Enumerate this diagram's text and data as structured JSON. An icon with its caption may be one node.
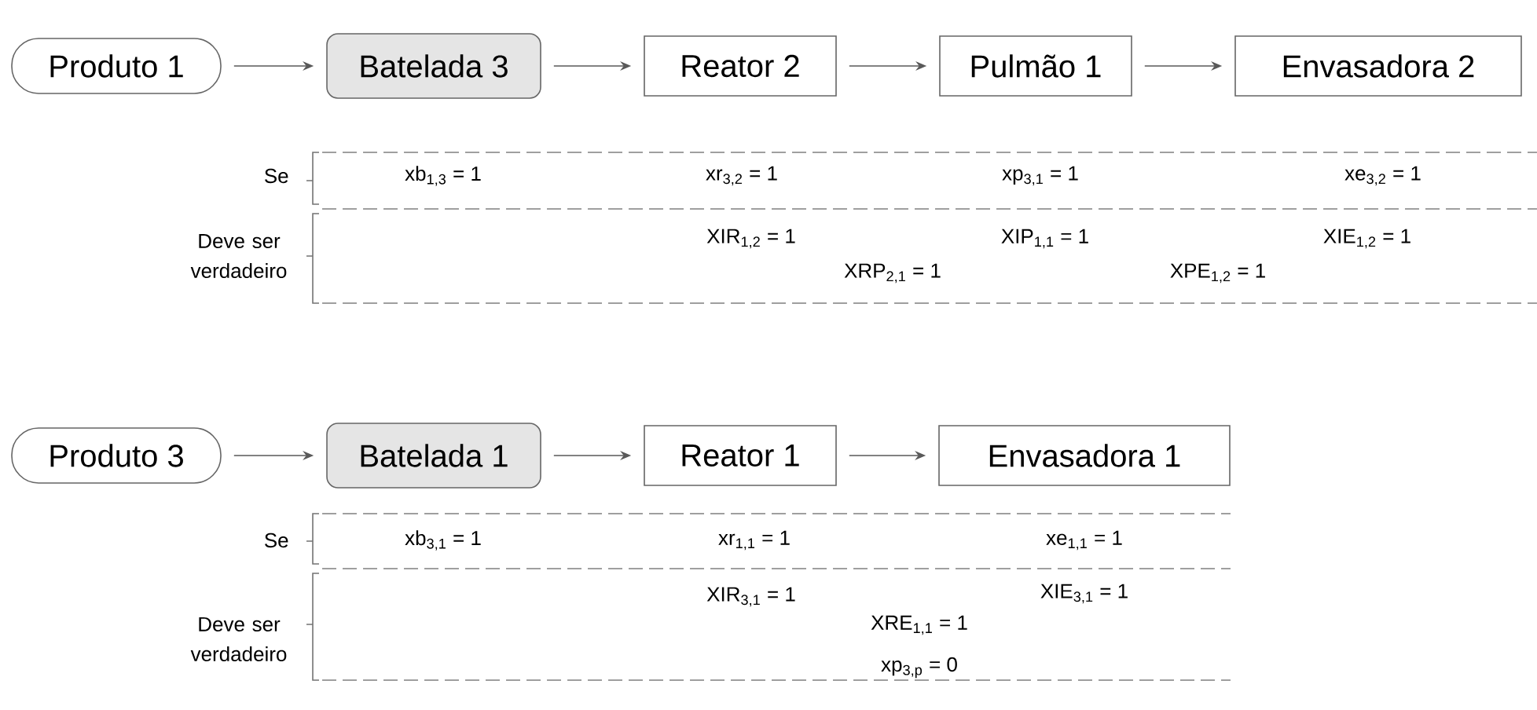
{
  "diagram": {
    "nodes": [
      {
        "text": [
          "Produto 1"
        ]
      },
      {
        "text": [
          "Batelada 3"
        ]
      },
      {
        "text": [
          "Reator 2"
        ]
      },
      {
        "text": [
          "Pulmão 1"
        ]
      },
      {
        "text": [
          "Envasadora 2"
        ]
      },
      {
        "text": [
          "Produto 3"
        ]
      },
      {
        "text": [
          "Batelada 1"
        ]
      },
      {
        "text": [
          "Reator 1"
        ]
      },
      {
        "text": [
          "Envasadora 1"
        ]
      }
    ],
    "edges": [
      {
        "from": 0,
        "to": 1,
        "arrow": "to"
      },
      {
        "from": 1,
        "to": 2,
        "arrow": "to"
      },
      {
        "from": 2,
        "to": 3,
        "arrow": "to"
      },
      {
        "from": 3,
        "to": 4,
        "arrow": "to"
      },
      {
        "from": 5,
        "to": 6,
        "arrow": "to"
      },
      {
        "from": 6,
        "to": 7,
        "arrow": "to"
      },
      {
        "from": 7,
        "to": 8,
        "arrow": "to"
      }
    ],
    "labels": [
      "Se",
      "xb$_{1,3}$ = 1",
      "xr$_{3,2}$ = 1",
      "xp$_{3,1}$ = 1",
      "xe$_{3,2}$ = 1",
      "Deve ser verdadeiro",
      "XIR$_{1,2}$ = 1",
      "XIP$_{1,1}$ = 1",
      "XIE$_{1,2}$ = 1",
      "XRP$_{2,1}$ = 1",
      "XPE$_{1,2}$ = 1",
      "Se",
      "xb$_{3,1}$ = 1",
      "xr$_{1,1}$ = 1",
      "xe$_{1,1}$ = 1",
      "Deve ser verdadeiro",
      "XIR$_{3,1}$ = 1",
      "XIE$_{3,1}$ = 1",
      "XRE$_{1,1}$ = 1",
      "xp$_{3,p}$ = 0"
    ]
  }
}
